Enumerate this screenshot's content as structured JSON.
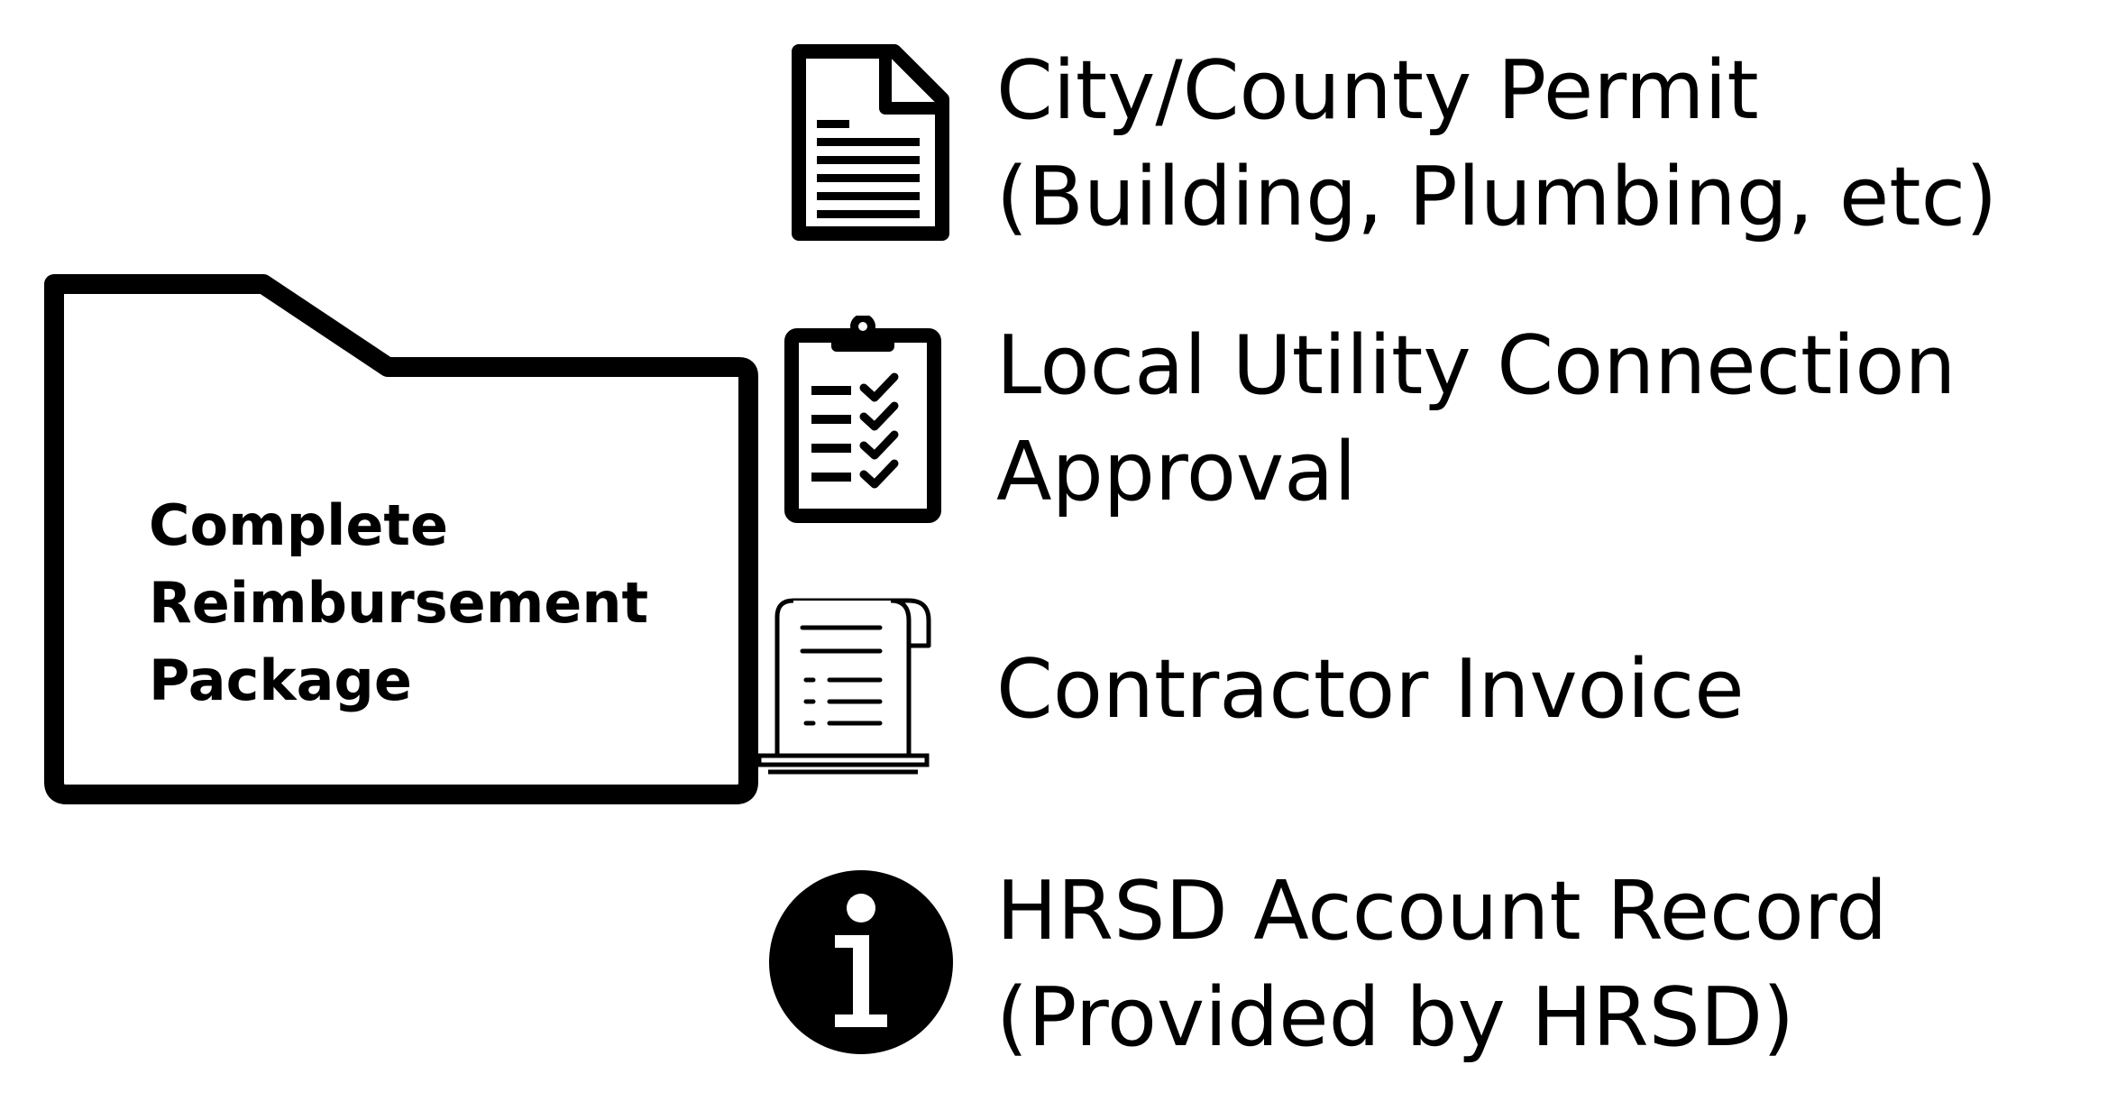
{
  "folder": {
    "label_lines": [
      "Complete",
      "Reimbursement",
      "Package"
    ]
  },
  "items": [
    {
      "icon": "document-icon",
      "lines": [
        "City/County Permit",
        "(Building, Plumbing, etc)"
      ]
    },
    {
      "icon": "clipboard-checklist-icon",
      "lines": [
        "Local Utility Connection",
        "Approval"
      ]
    },
    {
      "icon": "invoice-scroll-icon",
      "lines": [
        "Contractor Invoice"
      ]
    },
    {
      "icon": "info-circle-icon",
      "lines": [
        "HRSD Account Record",
        "(Provided by HRSD)"
      ]
    }
  ],
  "colors": {
    "ink": "#000000",
    "background": "#ffffff"
  }
}
